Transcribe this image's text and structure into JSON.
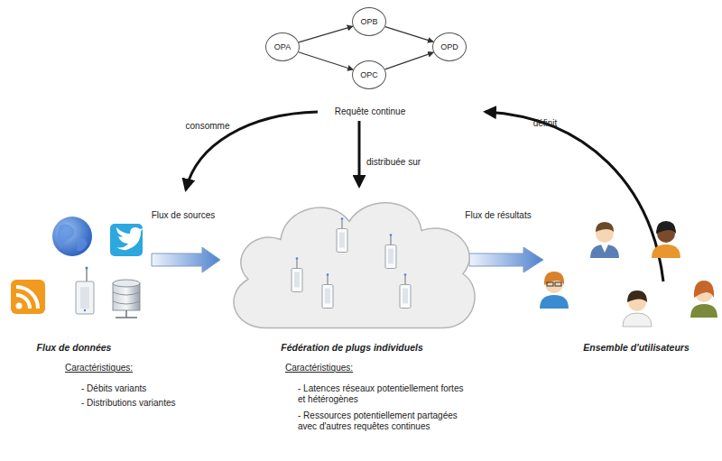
{
  "diagram": {
    "nodes": [
      {
        "text": [
          "OPA"
        ]
      },
      {
        "text": [
          "OPB"
        ]
      },
      {
        "text": [
          "OPC"
        ]
      },
      {
        "text": [
          "OPD"
        ]
      },
      {
        "text": [
          "Fédération de plugs individuels"
        ]
      }
    ],
    "edges": [
      {
        "from": 0,
        "to": 1,
        "arrow": "to"
      },
      {
        "from": 0,
        "to": 2,
        "arrow": "to"
      },
      {
        "from": 1,
        "to": 3,
        "arrow": "to"
      },
      {
        "from": 2,
        "to": 3,
        "arrow": "to"
      }
    ],
    "labels": [
      "Requête continue",
      "consomme",
      "distribuée sur",
      "définit",
      "Flux de sources",
      "Flux de résultats",
      "Flux de données",
      "Ensemble d'utilisateurs",
      "Caractéristiques:",
      "- Débits variants",
      "- Distributions variantes",
      "Caractéristiques:",
      "- Latences réseaux potentiellement fortes et hétérogènes",
      "- Ressources potentiellement partagées avec d'autres requêtes continues"
    ]
  }
}
